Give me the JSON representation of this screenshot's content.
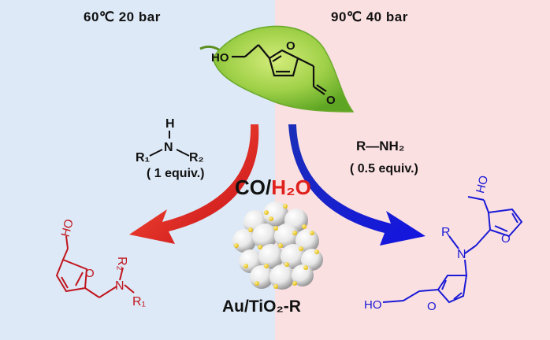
{
  "conditions": {
    "left": "60℃  20 bar",
    "right": "90℃  40 bar"
  },
  "reagents": {
    "left_equiv": "( 1 equiv.)",
    "right_formula": "R—NH₂",
    "right_equiv": "( 0.5 equiv.)"
  },
  "center": {
    "co": "CO",
    "slash": "/",
    "h2o": "H₂O",
    "catalyst": "Au/TiO₂-R"
  },
  "atoms": {
    "leaf_oh": "HO",
    "leaf_ring_o": "O",
    "leaf_aldehyde_o": "O",
    "amine_h": "H",
    "amine_n": "N",
    "amine_r1": "R₁",
    "amine_r2": "R₂",
    "left_ho": "HO",
    "left_ring_o": "O",
    "left_n": "N",
    "left_r1": "R₁",
    "left_r2": "R₂",
    "right_ho_top": "HO",
    "right_ring_o_top": "O",
    "right_r": "R",
    "right_n": "N",
    "right_ring_o_bottom": "O",
    "right_ho_bottom": "HO"
  },
  "colors": {
    "bg_left": "#dde9f6",
    "bg_right": "#fbe0e2",
    "leaf": "#8cc63f",
    "arrow_left": "#d8121c",
    "arrow_right": "#1a1ad6",
    "product_left": "#c0141c",
    "product_right": "#1a1ad6"
  }
}
